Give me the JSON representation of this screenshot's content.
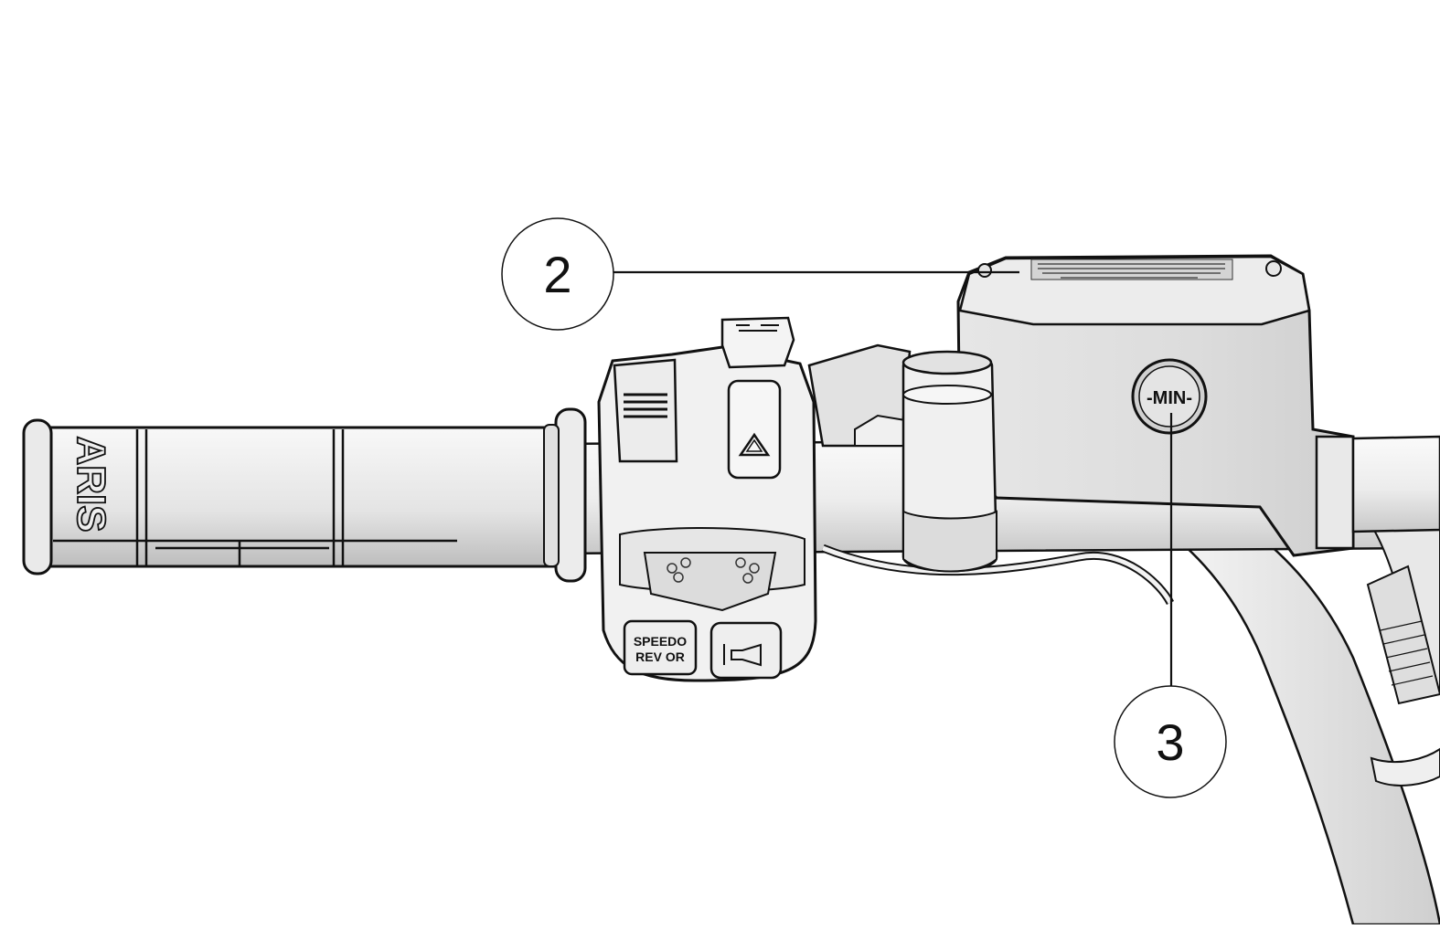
{
  "figure": {
    "callouts": [
      {
        "id": "2",
        "label": "2"
      },
      {
        "id": "3",
        "label": "3"
      }
    ],
    "grip_brand_text": "ARIS",
    "reservoir_mark": "-MIN-",
    "switch_button_text_line1": "SPEEDO",
    "switch_button_text_line2": "REV OR"
  },
  "colors": {
    "outline": "#111111",
    "body_light": "#f2f2f2",
    "body_mid": "#e2e2e2",
    "body_dark": "#c9c9c9",
    "background": "#ffffff"
  },
  "icons": [
    "hazard-triangle-icon",
    "horn-icon"
  ]
}
